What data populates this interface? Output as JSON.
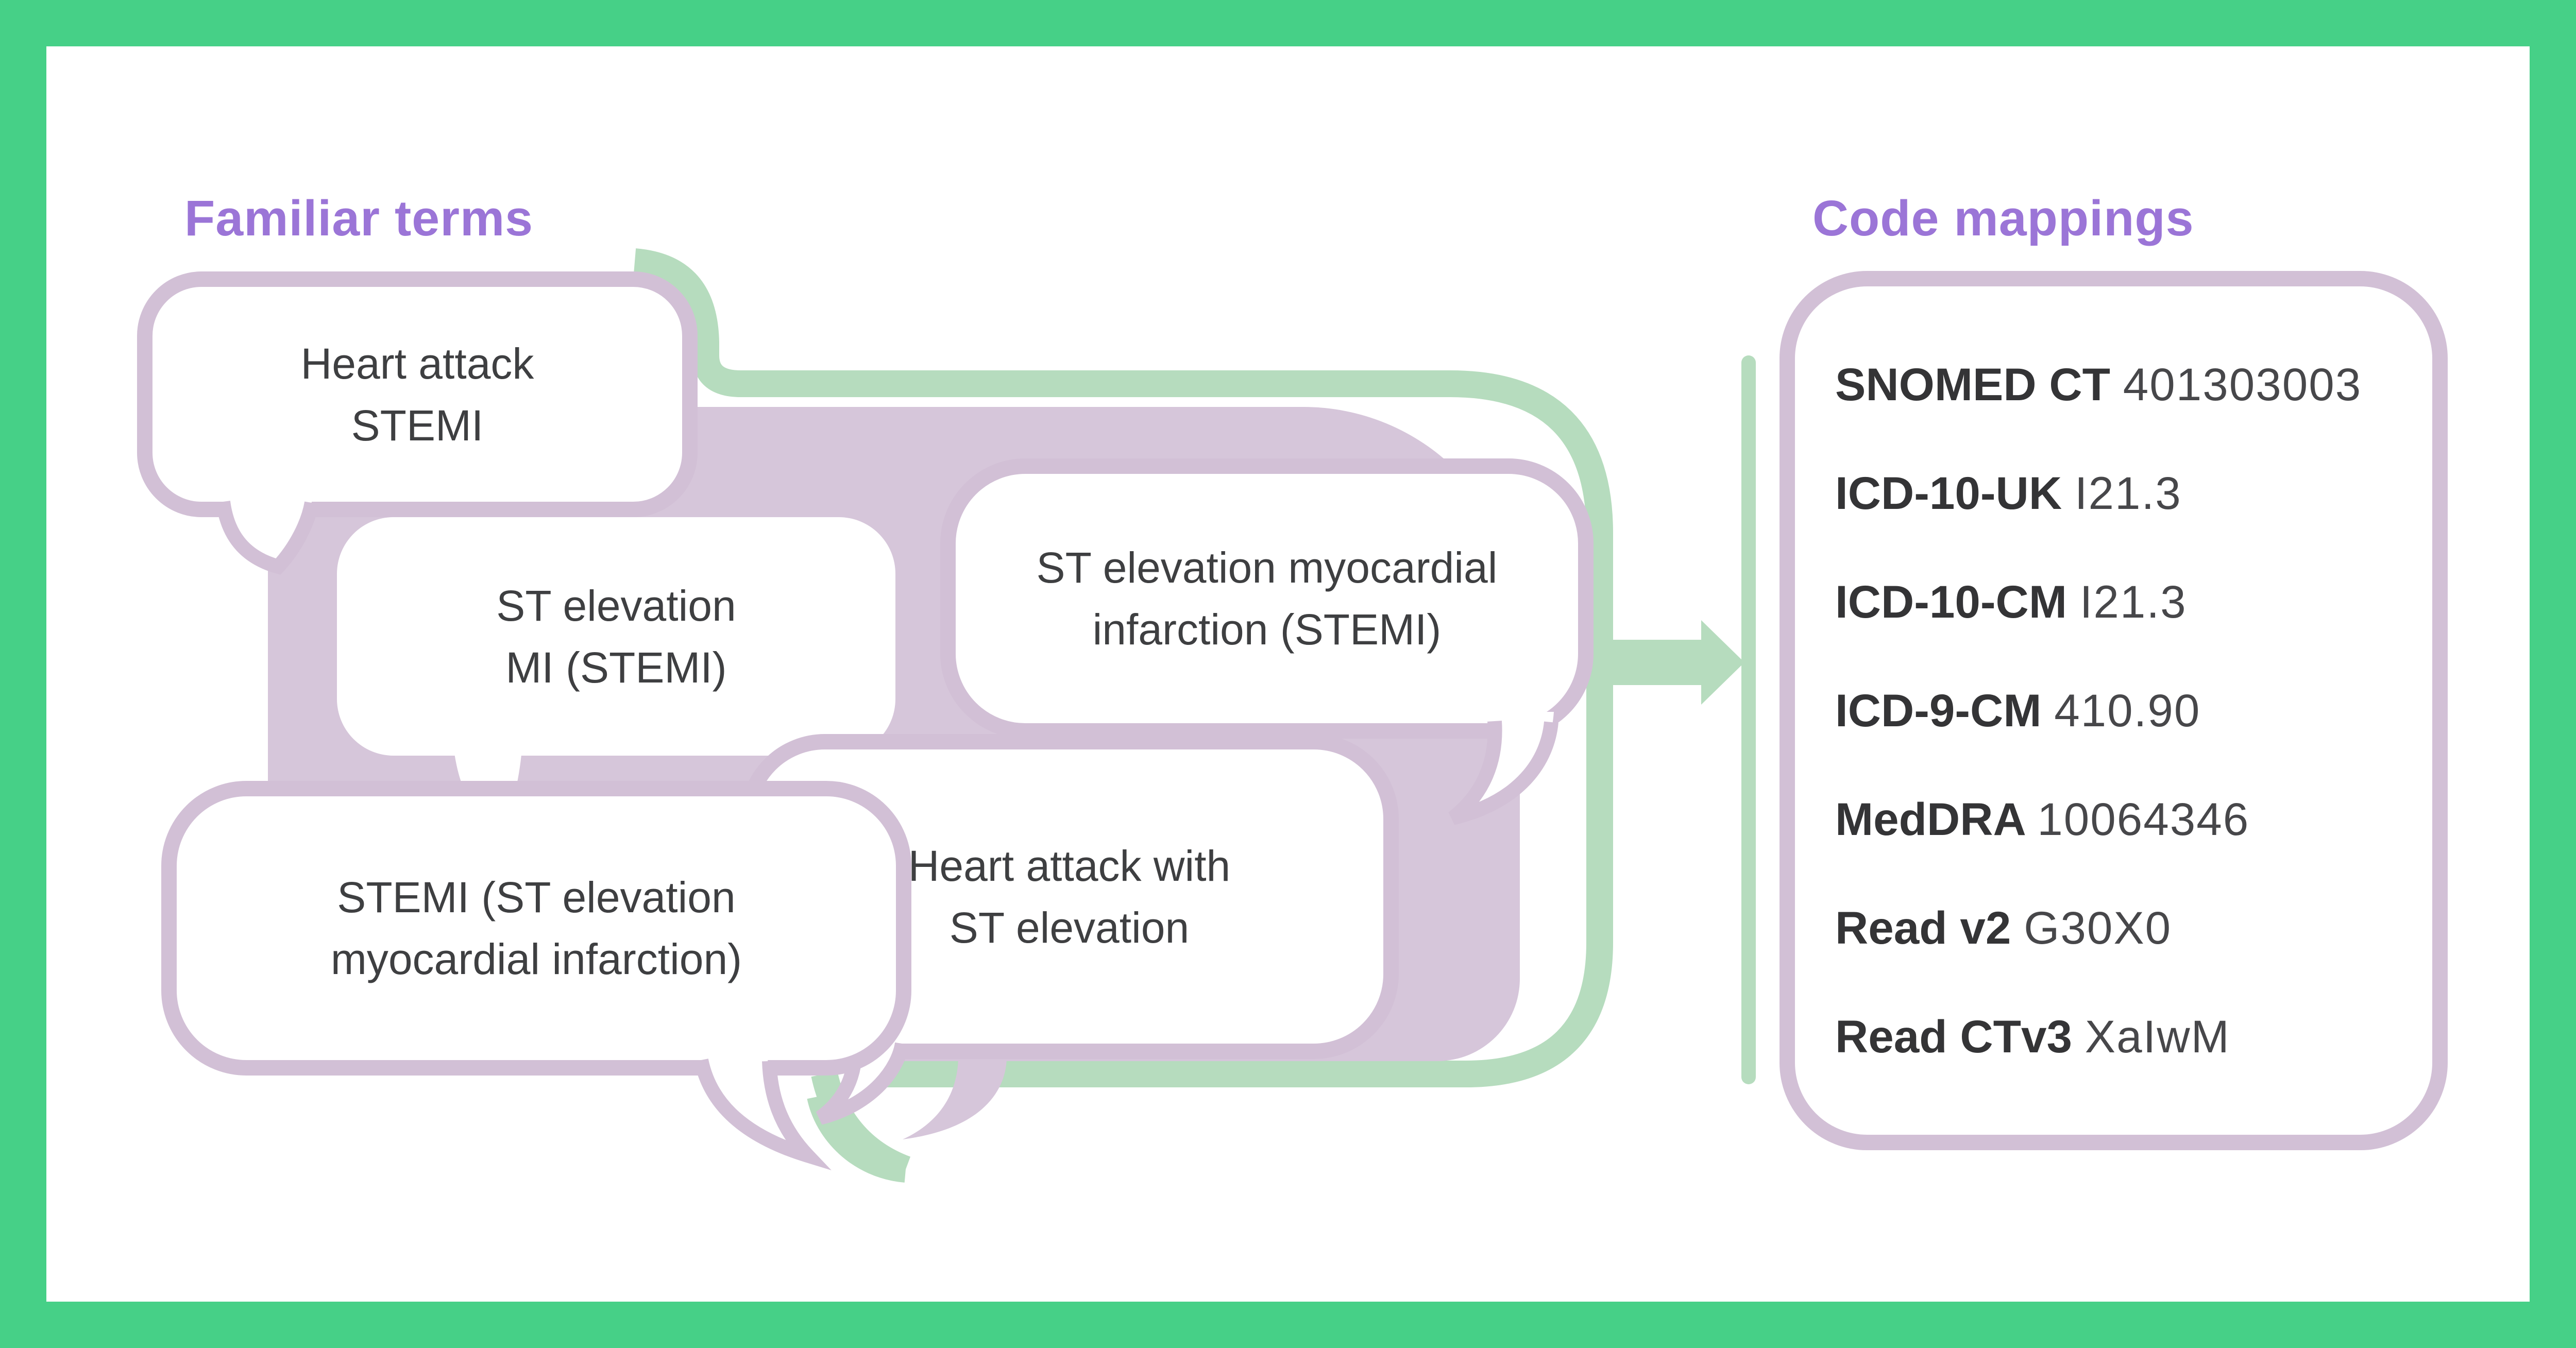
{
  "titles": {
    "familiar_terms": "Familiar terms",
    "code_mappings": "Code mappings"
  },
  "bubbles": [
    {
      "id": "heart-attack-stemi",
      "lines": [
        "Heart attack",
        "STEMI"
      ]
    },
    {
      "id": "st-elevation-mi-stemi",
      "lines": [
        "ST elevation",
        "MI (STEMI)"
      ]
    },
    {
      "id": "st-elevation-myocardial-infarction-stemi",
      "lines": [
        "ST elevation myocardial",
        "infarction (STEMI)"
      ]
    },
    {
      "id": "heart-attack-with-st-elevation",
      "lines": [
        "Heart attack with",
        "ST elevation"
      ]
    },
    {
      "id": "stemi-st-elevation-myocardial-infarction",
      "lines": [
        "STEMI (ST elevation",
        "myocardial infarction)"
      ]
    }
  ],
  "code_mappings": [
    {
      "system": "SNOMED CT",
      "code": "401303003"
    },
    {
      "system": "ICD-10-UK",
      "code": "I21.3"
    },
    {
      "system": "ICD-10-CM",
      "code": "I21.3"
    },
    {
      "system": "ICD-9-CM",
      "code": "410.90"
    },
    {
      "system": "MedDRA",
      "code": "10064346"
    },
    {
      "system": "Read v2",
      "code": "G30X0"
    },
    {
      "system": "Read CTv3",
      "code": "XaIwM"
    }
  ],
  "colors": {
    "frame_green": "#46d087",
    "light_green": "#b6dcbe",
    "mauve": "#d2c0d6",
    "mauve_fill": "#d6c6da",
    "purple_heading": "#9b75d7",
    "text_dark": "#3e3f41",
    "code_label": "#343436",
    "code_value": "#47474a",
    "background": "#ffffff"
  }
}
